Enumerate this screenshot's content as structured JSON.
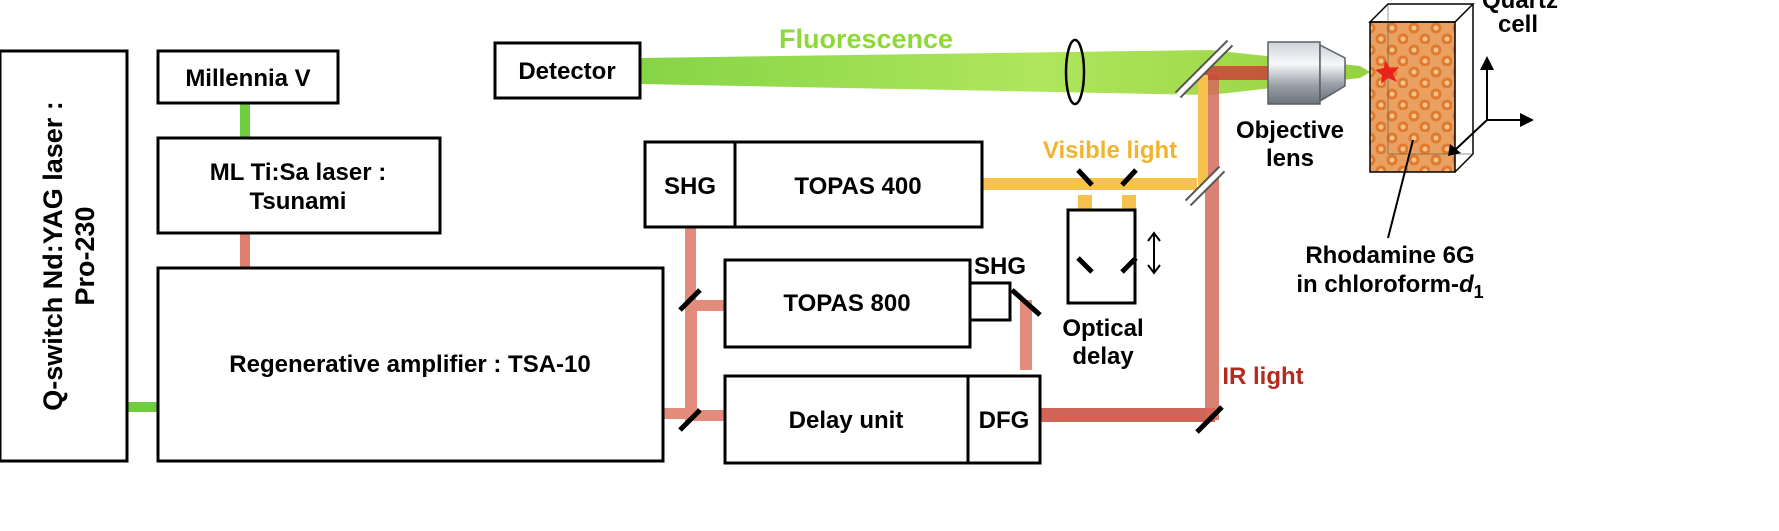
{
  "components": {
    "qswitch_laser": {
      "line1": "Q-switch Nd:YAG laser :",
      "line2": "Pro-230"
    },
    "millennia": "Millennia V",
    "ti_sa_laser": {
      "line1": "ML Ti:Sa laser :",
      "line2": "Tsunami"
    },
    "regen_amp": "Regenerative amplifier : TSA-10",
    "detector": "Detector",
    "shg_left": "SHG",
    "topas400": "TOPAS 400",
    "topas800": "TOPAS 800",
    "shg_right": "SHG",
    "delay_unit": "Delay unit",
    "dfg": "DFG",
    "optical_delay": {
      "line1": "Optical",
      "line2": "delay"
    },
    "objective_lens": {
      "line1": "Objective",
      "line2": "lens"
    },
    "quartz_cell": {
      "line1": "Quartz",
      "line2": "cell"
    },
    "sample": {
      "line1": "Rhodamine 6G",
      "line2_prefix": "in chloroform-",
      "line2_italic": "d",
      "line2_sub": "1"
    }
  },
  "beams": {
    "fluorescence": {
      "label": "Fluorescence",
      "color": "#9ee03a"
    },
    "visible": {
      "label": "Visible light",
      "color": "#f2b32e"
    },
    "ir": {
      "label": "IR light",
      "color": "#b52a1f"
    }
  },
  "colors": {
    "green_beam": "#6fce3f",
    "red_beam": "#e07f70",
    "orange_beam": "#f6c24d",
    "cell_fill": "#e8873a"
  }
}
